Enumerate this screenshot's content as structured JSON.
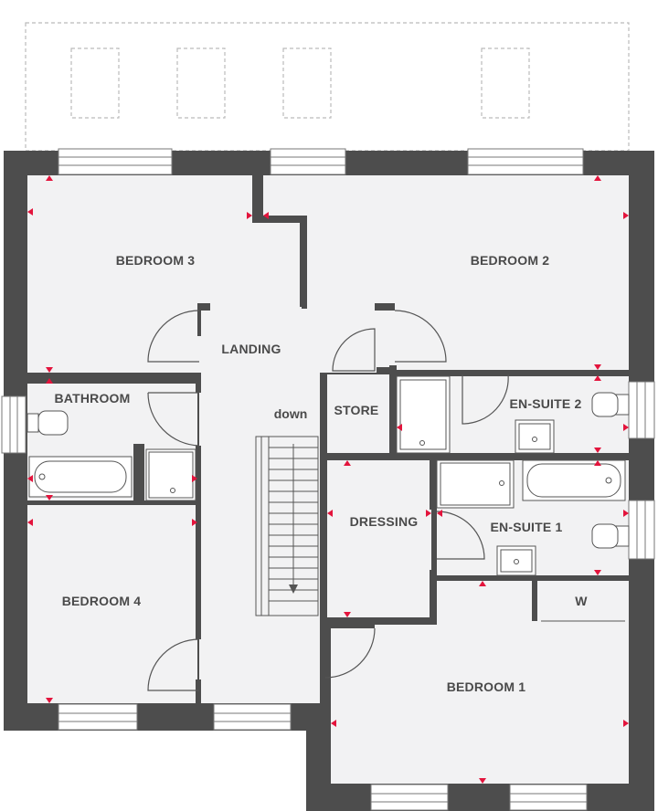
{
  "plan": {
    "rooms": {
      "bedroom3": "BEDROOM 3",
      "bedroom2": "BEDROOM 2",
      "landing": "LANDING",
      "bathroom": "BATHROOM",
      "store": "STORE",
      "ensuite2": "EN-SUITE 2",
      "dressing": "DRESSING",
      "ensuite1": "EN-SUITE 1",
      "wardrobe": "W",
      "bedroom4": "BEDROOM 4",
      "bedroom1": "BEDROOM 1"
    },
    "stairs_label": "down"
  },
  "colors": {
    "wall": "#4d4d4d",
    "floor": "#f2f2f3",
    "marker": "#e3143c",
    "line": "#555555",
    "dashed": "#bbbbbb"
  }
}
